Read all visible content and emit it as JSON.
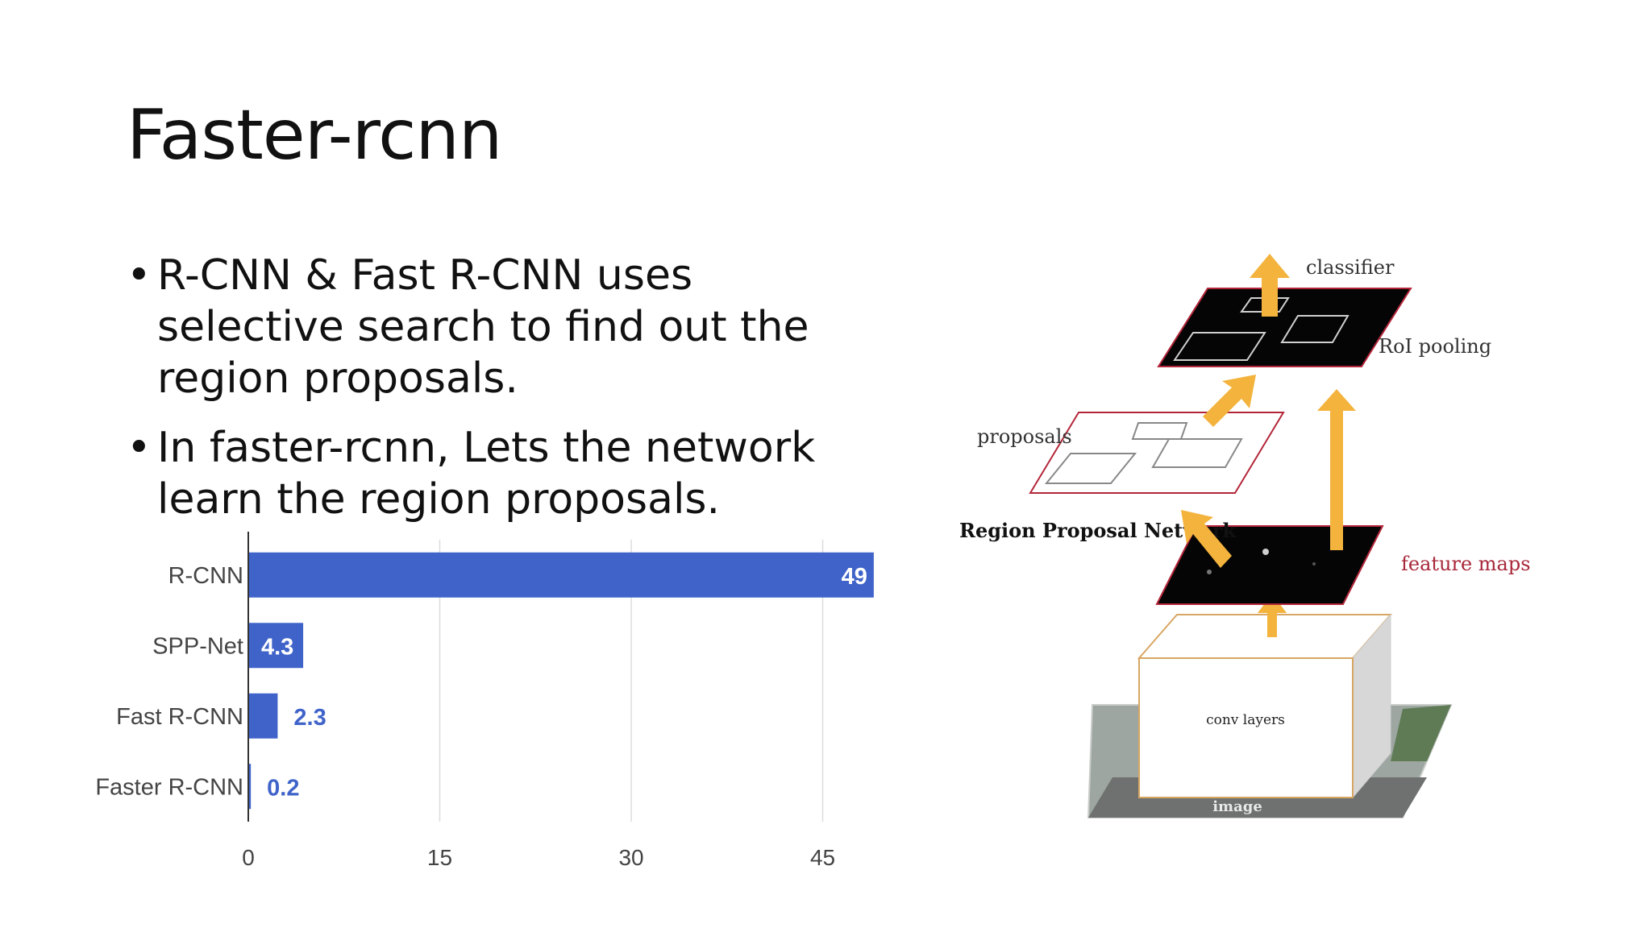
{
  "slide": {
    "title": "Faster-rcnn",
    "bullets": [
      {
        "symbol": "•",
        "text": "R-CNN & Fast R-CNN uses selective search to find out the region proposals."
      },
      {
        "symbol": "•",
        "text": "In faster-rcnn, Lets the network learn the region proposals."
      }
    ]
  },
  "chart_data": {
    "type": "bar",
    "orientation": "horizontal",
    "categories": [
      "R-CNN",
      "SPP-Net",
      "Fast R-CNN",
      "Faster R-CNN"
    ],
    "values": [
      49,
      4.3,
      2.3,
      0.2
    ],
    "value_labels": [
      "49",
      "4.3",
      "2.3",
      "0.2"
    ],
    "x_ticks": [
      "0",
      "15",
      "30",
      "45"
    ],
    "xlim": [
      0,
      50
    ],
    "grid": true,
    "bar_color": "#3f63c9",
    "label_color": "#3f63c9"
  },
  "diagram": {
    "labels": {
      "classifier": "classifier",
      "roi_pooling": "RoI pooling",
      "proposals": "proposals",
      "rpn": "Region Proposal Network",
      "feature_maps": "feature maps",
      "conv_layers": "conv layers",
      "image": "image"
    },
    "colors": {
      "arrow": "#f3b33d",
      "plane_dark": "#050505",
      "plane_border": "#b3263a",
      "feature_maps_text": "#a8283a"
    }
  }
}
